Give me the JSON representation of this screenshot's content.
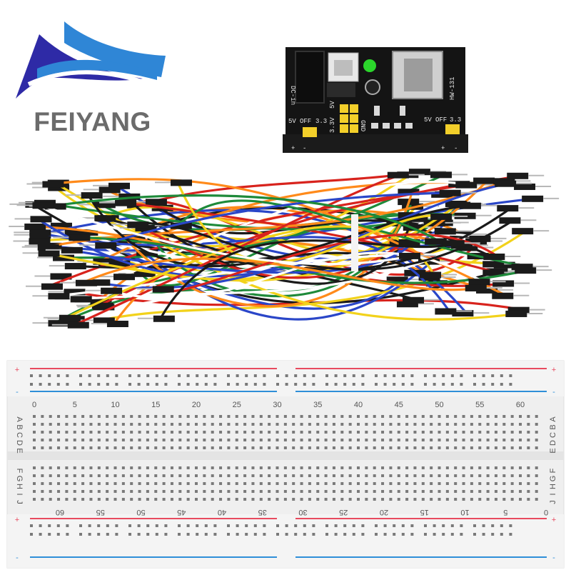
{
  "brand": {
    "name": "FEIYANG",
    "logo_colors": {
      "dark_blue": "#2e2aa6",
      "light_blue": "#2f86d6",
      "text": "#6b6b6b"
    }
  },
  "power_module": {
    "model": "HW-131",
    "labels": {
      "dc_in": "DC-in",
      "left_5v": "5V",
      "left_off": "OFF",
      "left_3v3": "3.3",
      "header_5v": "5V",
      "header_3v3": "3.3V",
      "header_gnd": "GND",
      "right_5v": "5V",
      "right_off": "OFF",
      "right_3v3": "3.3",
      "plus": "+",
      "minus": "-"
    },
    "board_color": "#141414",
    "jumper_color": "#f3cf2a",
    "led_color": "#2bd62b"
  },
  "jumper_wires": {
    "wire_colors": [
      "#f2d21b",
      "#ff8a1a",
      "#d8231d",
      "#2a46c8",
      "#1e8a3a",
      "#ffffff",
      "#1a1a1a"
    ],
    "pin_housing": "#1b1b1b",
    "cable_tie": "#f4f4f4"
  },
  "breadboard": {
    "column_numbers": [
      "0",
      "5",
      "10",
      "15",
      "20",
      "25",
      "30",
      "35",
      "40",
      "45",
      "50",
      "55",
      "60"
    ],
    "rows_top": [
      "A",
      "B",
      "C",
      "D",
      "E"
    ],
    "rows_bottom": [
      "F",
      "G",
      "H",
      "I",
      "J"
    ],
    "plus": "+",
    "minus": "-",
    "body_color": "#efefef",
    "red_rail": "#e84a5f",
    "blue_rail": "#2f8fd8"
  }
}
